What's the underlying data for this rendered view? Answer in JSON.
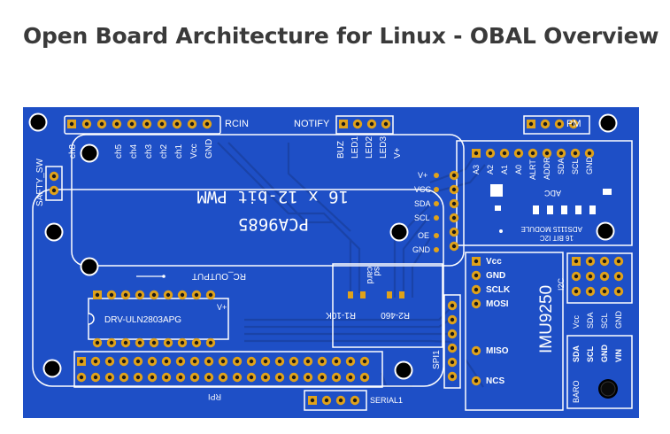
{
  "page": {
    "title": "Open Board Architecture for Linux - OBAL Overview"
  },
  "board": {
    "colors": {
      "pcb": "#1e4fc6",
      "silk": "#ffffff",
      "pad": "#e0a21a",
      "trace": "#1a43a8",
      "hole": "#000000"
    },
    "headers": {
      "rcin": "RCIN",
      "notify": "NOTIFY",
      "pm": "PM",
      "safety": "SAFTY_SW",
      "rpi": "RPI",
      "serial1": "SERIAL1",
      "spi1": "SPI1",
      "i2c": "I2C",
      "rc_output": "RC_OUTPUT",
      "vplus": "V+",
      "ch8": "ch8"
    },
    "rcin_labels": [
      "ch5",
      "ch4",
      "ch3",
      "ch2",
      "ch1",
      "Vcc",
      "GND"
    ],
    "notify_labels": [
      "BUZ",
      "LED1",
      "LED2",
      "LED3",
      "V+"
    ],
    "pwm": {
      "title": "16 x 12-bit PWM",
      "chip": "PCA9685",
      "pins": [
        "V+",
        "VCC",
        "SDA",
        "SCL",
        "OE",
        "GND"
      ]
    },
    "ads": {
      "pins": [
        "A3",
        "A2",
        "A1",
        "A0",
        "ALRT",
        "ADDR",
        "SDA",
        "SCL",
        "GND"
      ],
      "adc": "ADC",
      "module_line1": "ADS1115 MODULE",
      "module_line2": "16 BIT I2C"
    },
    "imu": {
      "name": "IMU9250",
      "pins": [
        "Vcc",
        "GND",
        "SCLK",
        "MOSI",
        "MISO",
        "NCS"
      ],
      "i2c_pins": [
        "Vcc",
        "SDA",
        "SCL",
        "GND"
      ]
    },
    "baro": {
      "label": "BARO",
      "pins": [
        "SDA",
        "SCL",
        "GND",
        "VIN"
      ]
    },
    "drv": {
      "chip": "DRV-ULN2803APG",
      "vplus": "V+"
    },
    "sd": {
      "label_line1": "sd",
      "label_line2": "card"
    },
    "resistors": {
      "r1": "R1-10K",
      "r2": "R2-460"
    }
  }
}
